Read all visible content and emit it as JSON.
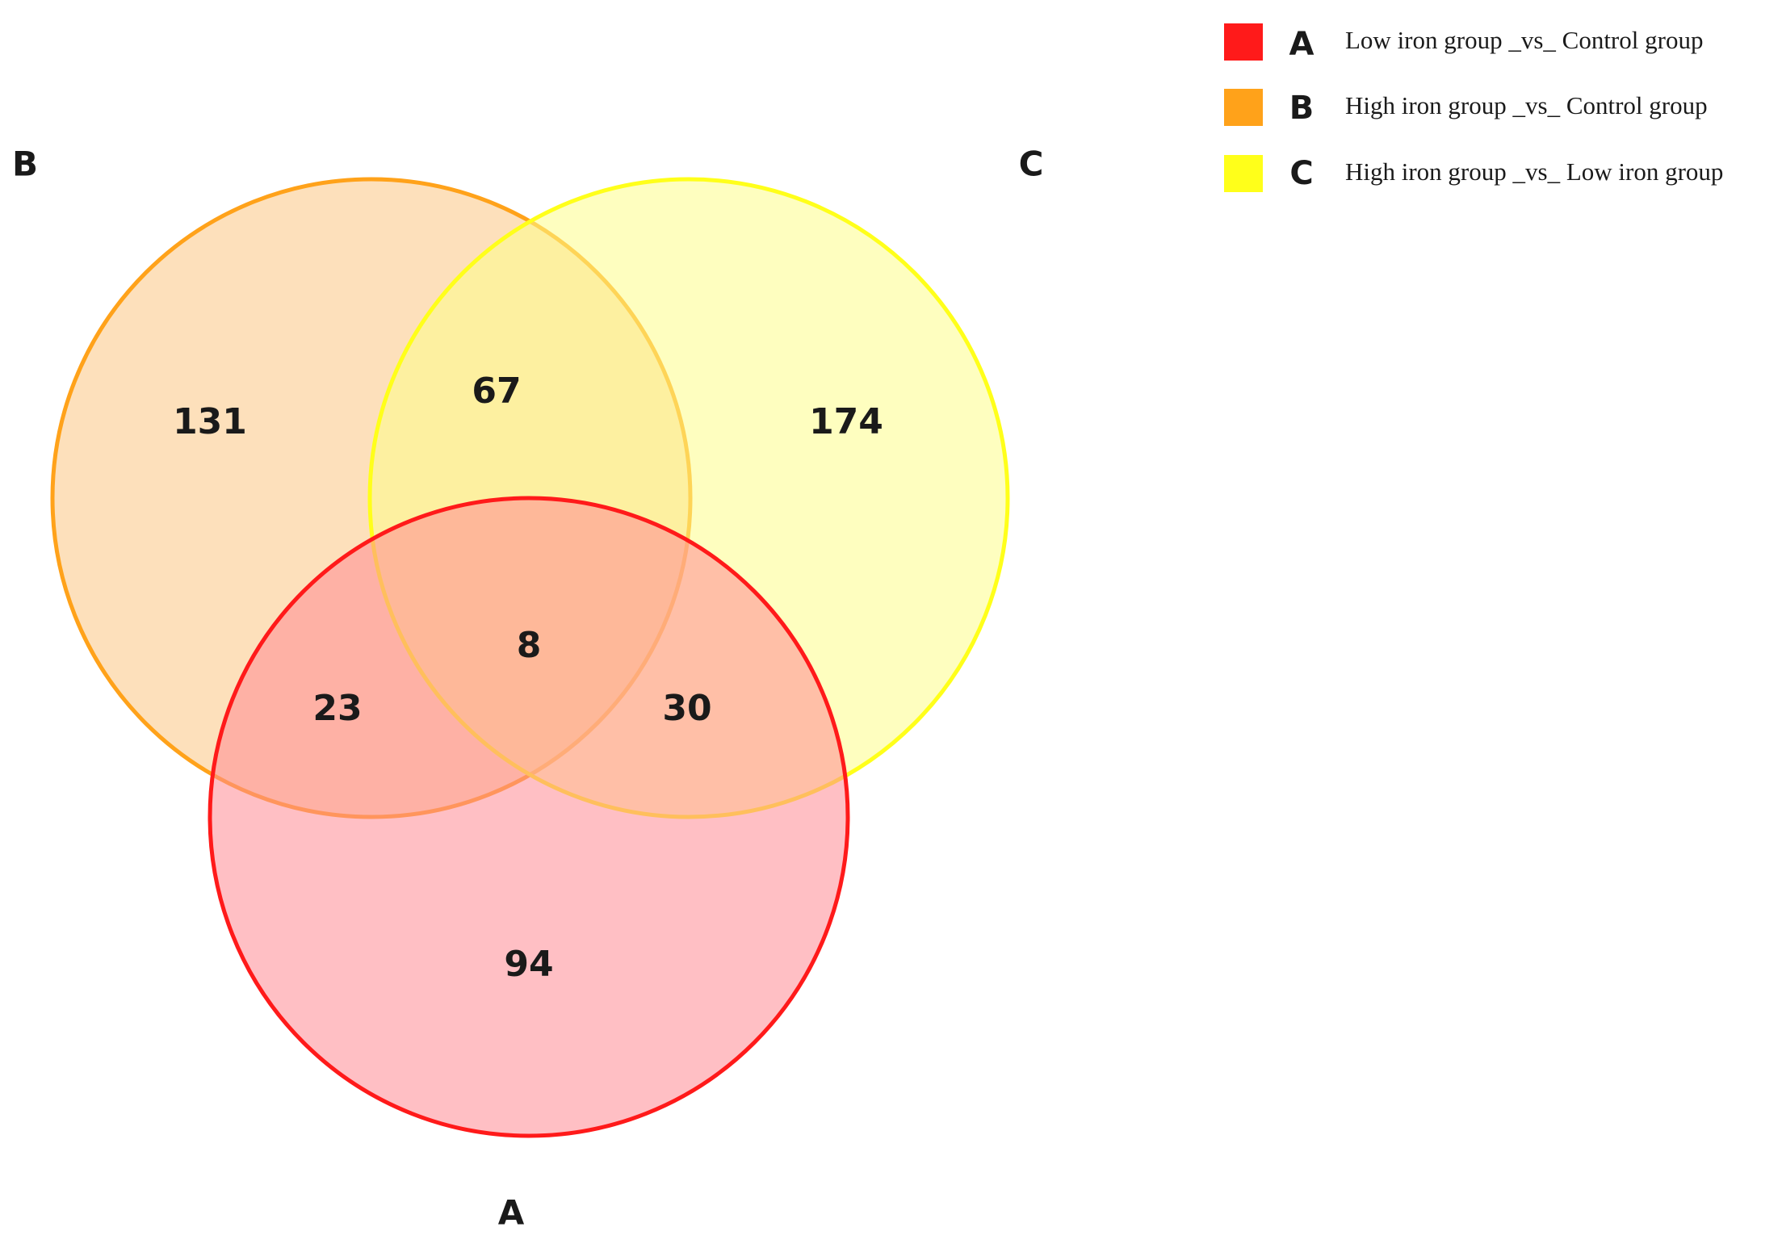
{
  "sets": [
    {
      "key": "A",
      "label": "A",
      "description": "Low iron group _vs_ Control group",
      "color": "#ff1a1a",
      "fill": "#ff8a94"
    },
    {
      "key": "B",
      "label": "B",
      "description": "High iron group _vs_ Control group",
      "color": "#ffa21a",
      "fill": "#fcd39e"
    },
    {
      "key": "C",
      "label": "C",
      "description": "High iron group _vs_ Low iron group",
      "color": "#ffff1a",
      "fill": "#fdfd8a"
    }
  ],
  "regions": {
    "A_only": "94",
    "B_only": "131",
    "C_only": "174",
    "AB": "23",
    "BC": "67",
    "AC": "30",
    "ABC": "8"
  }
}
